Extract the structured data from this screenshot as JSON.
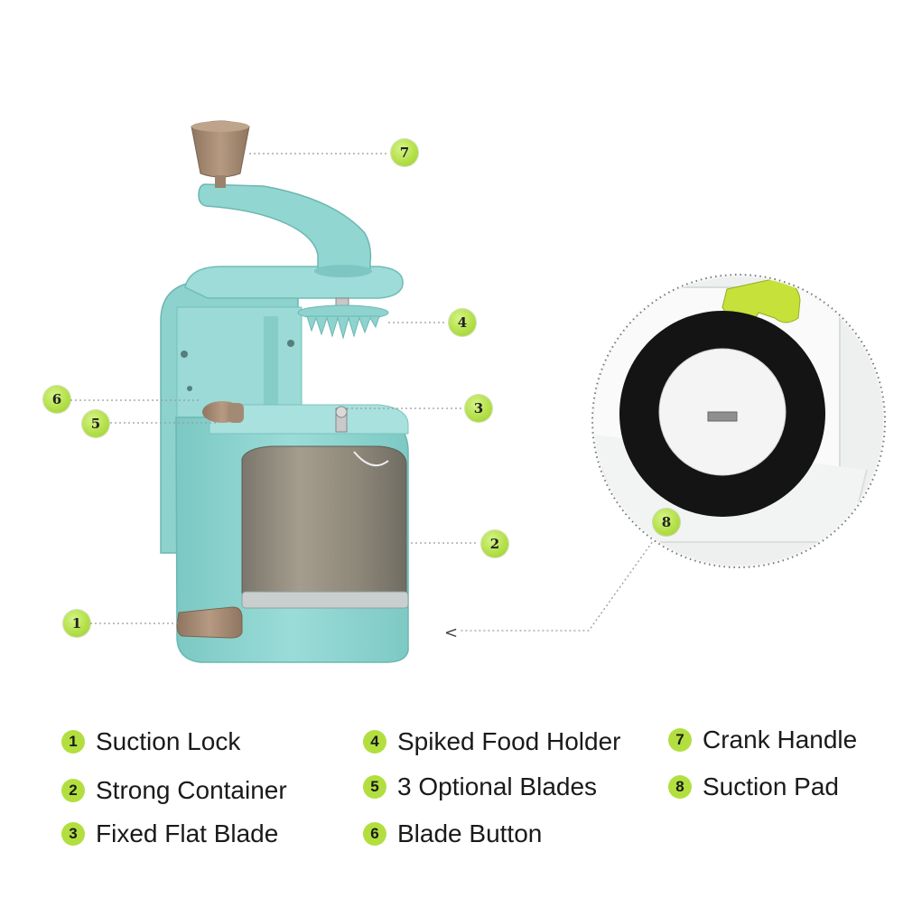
{
  "callouts": [
    {
      "id": "c1",
      "label": "1"
    },
    {
      "id": "c2",
      "label": "2"
    },
    {
      "id": "c3",
      "label": "3"
    },
    {
      "id": "c4",
      "label": "4"
    },
    {
      "id": "c5",
      "label": "5"
    },
    {
      "id": "c6",
      "label": "6"
    },
    {
      "id": "c7",
      "label": "7"
    },
    {
      "id": "c8",
      "label": "8"
    }
  ],
  "legend": [
    {
      "num": "1",
      "text": "Suction Lock"
    },
    {
      "num": "2",
      "text": "Strong Container"
    },
    {
      "num": "3",
      "text": "Fixed Flat Blade"
    },
    {
      "num": "4",
      "text": "Spiked Food Holder"
    },
    {
      "num": "5",
      "text": "3 Optional Blades"
    },
    {
      "num": "6",
      "text": "Blade Button"
    },
    {
      "num": "7",
      "text": "Crank Handle"
    },
    {
      "num": "8",
      "text": "Suction Pad"
    }
  ],
  "arrow_glyph": "<",
  "colors": {
    "body": "#8fd3cf",
    "body_dark": "#6fbfba",
    "brown": "#a98a70",
    "container": "#8c7f70",
    "callout": "#b2df3f",
    "suction_ring": "#141414",
    "lime_clip": "#c6e23a"
  }
}
